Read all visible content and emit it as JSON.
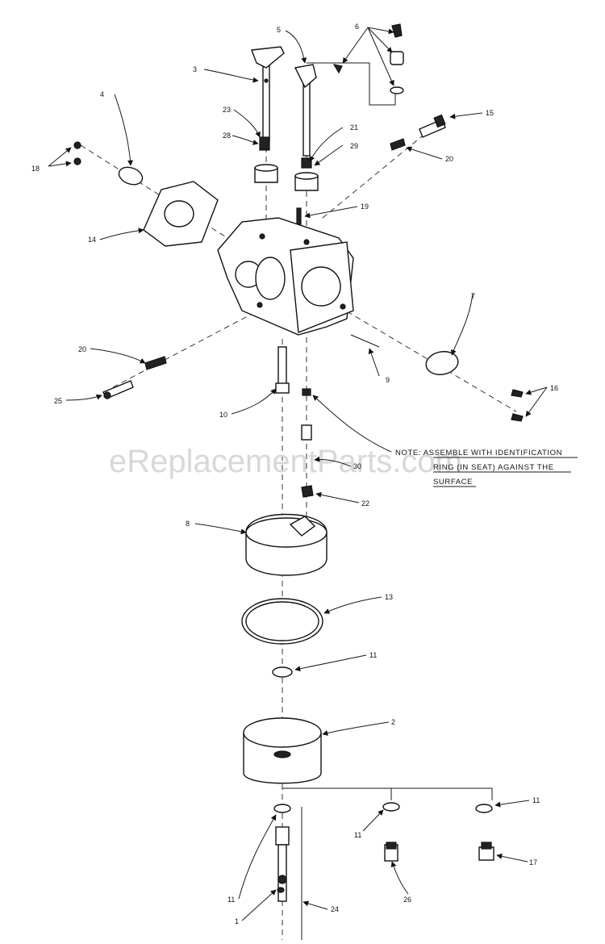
{
  "watermark": "eReplacementParts.com",
  "note": {
    "line1": "NOTE:  ASSEMBLE WITH IDENTIFICATION",
    "line2": "RING (IN SEAT) AGAINST THE",
    "line3": "SURFACE"
  },
  "callouts": {
    "c1": "1",
    "c2": "2",
    "c3": "3",
    "c4": "4",
    "c5": "5",
    "c6": "6",
    "c7": "7",
    "c8": "8",
    "c9": "9",
    "c10": "10",
    "c11a": "11",
    "c11b": "11",
    "c11c": "11",
    "c11d": "11",
    "c13": "13",
    "c14": "14",
    "c15": "15",
    "c16": "16",
    "c17": "17",
    "c18": "18",
    "c19": "19",
    "c20a": "20",
    "c20b": "20",
    "c21": "21",
    "c22": "22",
    "c23": "23",
    "c24": "24",
    "c25": "25",
    "c26": "26",
    "c28": "28",
    "c29": "29",
    "c30": "30"
  }
}
